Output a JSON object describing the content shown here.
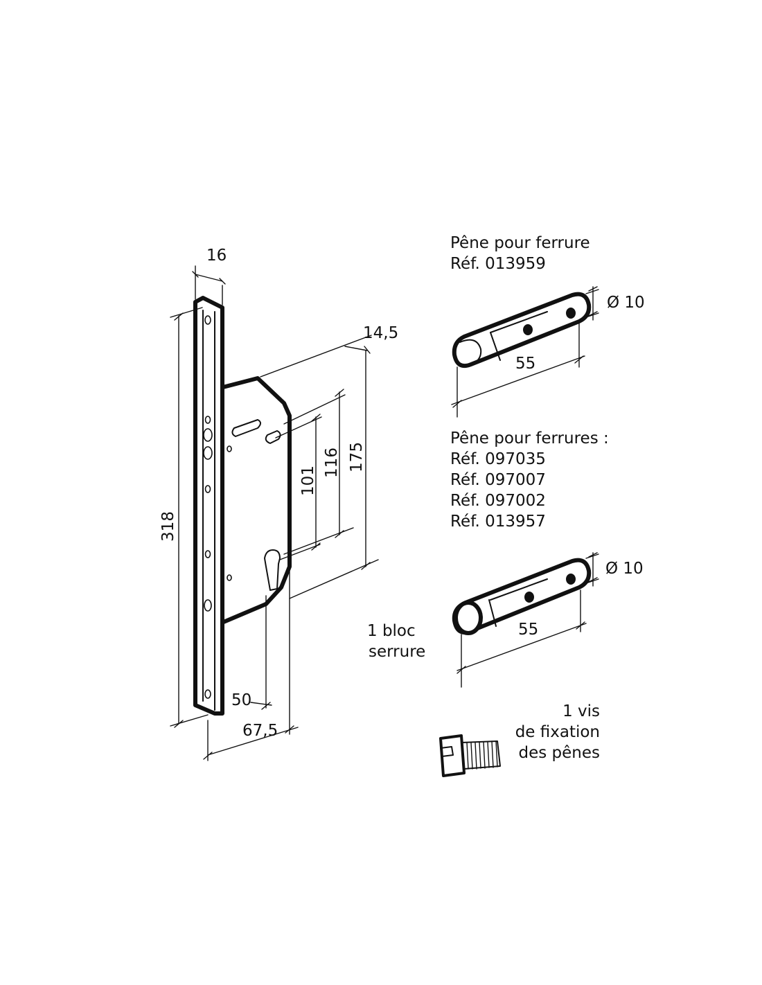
{
  "lock_block": {
    "label_line1": "1 bloc",
    "label_line2": "serrure",
    "dimensions": {
      "faceplate_width": "16",
      "faceplate_height": "318",
      "case_thickness": "14,5",
      "case_height": "175",
      "spacing_116": "116",
      "spacing_101": "101",
      "backset": "50",
      "case_depth": "67,5"
    }
  },
  "bolt_single": {
    "title": "Pêne pour ferrure",
    "ref": "Réf. 013959",
    "diameter": "Ø 10",
    "length": "55"
  },
  "bolt_multi": {
    "title": "Pêne pour ferrures :",
    "refs": [
      "Réf. 097035",
      "Réf. 097007",
      "Réf. 097002",
      "Réf. 013957"
    ],
    "diameter": "Ø 10",
    "length": "55"
  },
  "screw": {
    "label_line1": "1 vis",
    "label_line2": "de fixation",
    "label_line3": "des pênes"
  }
}
